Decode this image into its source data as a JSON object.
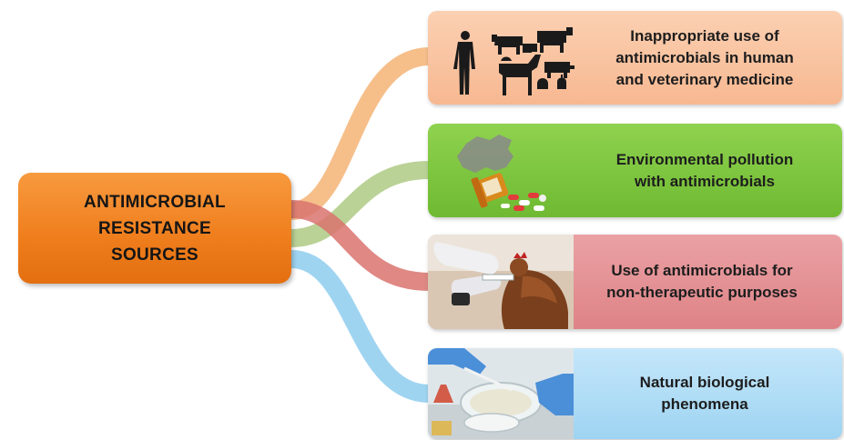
{
  "center": {
    "lines": [
      "ANTIMICROBIAL",
      "RESISTANCE",
      "SOURCES"
    ]
  },
  "sources": [
    {
      "lines": [
        "Inappropriate use of",
        "antimicrobials in human",
        "and veterinary medicine"
      ],
      "color": "#f7b891",
      "connector_color": "#f5b476",
      "icon": "human-and-animals-icon"
    },
    {
      "lines": [
        "Environmental pollution",
        "with antimicrobials"
      ],
      "color": "#7cc23c",
      "connector_color": "#a9c77c",
      "icon": "map-and-spilled-pills-icon"
    },
    {
      "lines": [
        "Use of antimicrobials for",
        "non-therapeutic purposes"
      ],
      "color": "#e58f93",
      "connector_color": "#d9736f",
      "icon": "chicken-injection-photo"
    },
    {
      "lines": [
        "Natural biological",
        "phenomena"
      ],
      "color": "#aedcf6",
      "connector_color": "#8ecdef",
      "icon": "petri-dish-lab-photo"
    }
  ],
  "colors": {
    "center_box": "#ef7d1c",
    "text": "#1d1d1d"
  }
}
